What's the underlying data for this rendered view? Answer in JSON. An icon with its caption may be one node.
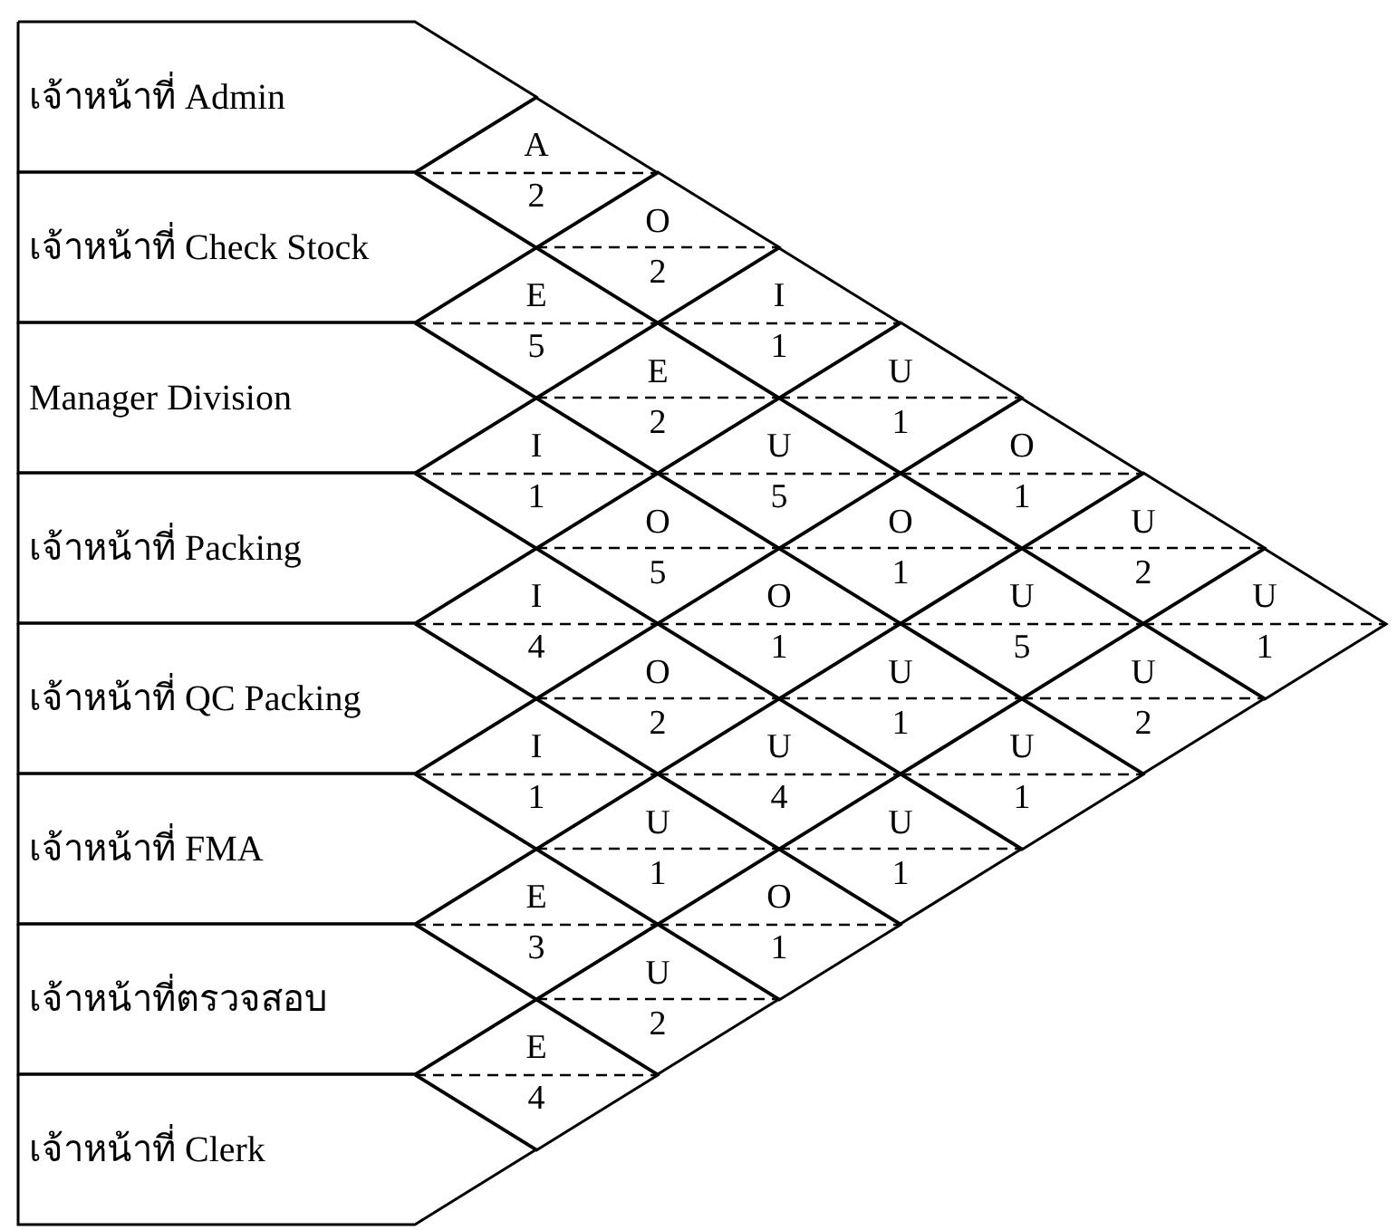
{
  "diagram": {
    "nodes": [
      {
        "text": [
          "เจ้าหน้าที่ Admin"
        ]
      },
      {
        "text": [
          "เจ้าหน้าที่ Check Stock"
        ]
      },
      {
        "text": [
          "Manager Division"
        ]
      },
      {
        "text": [
          "เจ้าหน้าที่ Packing"
        ]
      },
      {
        "text": [
          "เจ้าหน้าที่ QC Packing"
        ]
      },
      {
        "text": [
          "เจ้าหน้าที่ FMA"
        ]
      },
      {
        "text": [
          "เจ้าหน้าที่ตรวจสอบ"
        ]
      },
      {
        "text": [
          "เจ้าหน้าที่ Clerk"
        ]
      },
      {
        "text": [
          "A",
          "2"
        ]
      },
      {
        "text": [
          "O",
          "2"
        ]
      },
      {
        "text": [
          "E",
          "5"
        ]
      },
      {
        "text": [
          "I",
          "1"
        ]
      },
      {
        "text": [
          "E",
          "2"
        ]
      },
      {
        "text": [
          "U",
          "1"
        ]
      },
      {
        "text": [
          "I",
          "1"
        ]
      },
      {
        "text": [
          "U",
          "5"
        ]
      },
      {
        "text": [
          "O",
          "1"
        ]
      },
      {
        "text": [
          "O",
          "5"
        ]
      },
      {
        "text": [
          "O",
          "1"
        ]
      },
      {
        "text": [
          "U",
          "2"
        ]
      },
      {
        "text": [
          "I",
          "4"
        ]
      },
      {
        "text": [
          "O",
          "1"
        ]
      },
      {
        "text": [
          "U",
          "5"
        ]
      },
      {
        "text": [
          "U",
          "1"
        ]
      },
      {
        "text": [
          "O",
          "2"
        ]
      },
      {
        "text": [
          "U",
          "1"
        ]
      },
      {
        "text": [
          "U",
          "2"
        ]
      },
      {
        "text": [
          "I",
          "1"
        ]
      },
      {
        "text": [
          "U",
          "4"
        ]
      },
      {
        "text": [
          "U",
          "1"
        ]
      },
      {
        "text": [
          "U",
          "1"
        ]
      },
      {
        "text": [
          "U",
          "1"
        ]
      },
      {
        "text": [
          "E",
          "3"
        ]
      },
      {
        "text": [
          "O",
          "1"
        ]
      },
      {
        "text": [
          "U",
          "2"
        ]
      },
      {
        "text": [
          "E",
          "4"
        ]
      }
    ]
  }
}
